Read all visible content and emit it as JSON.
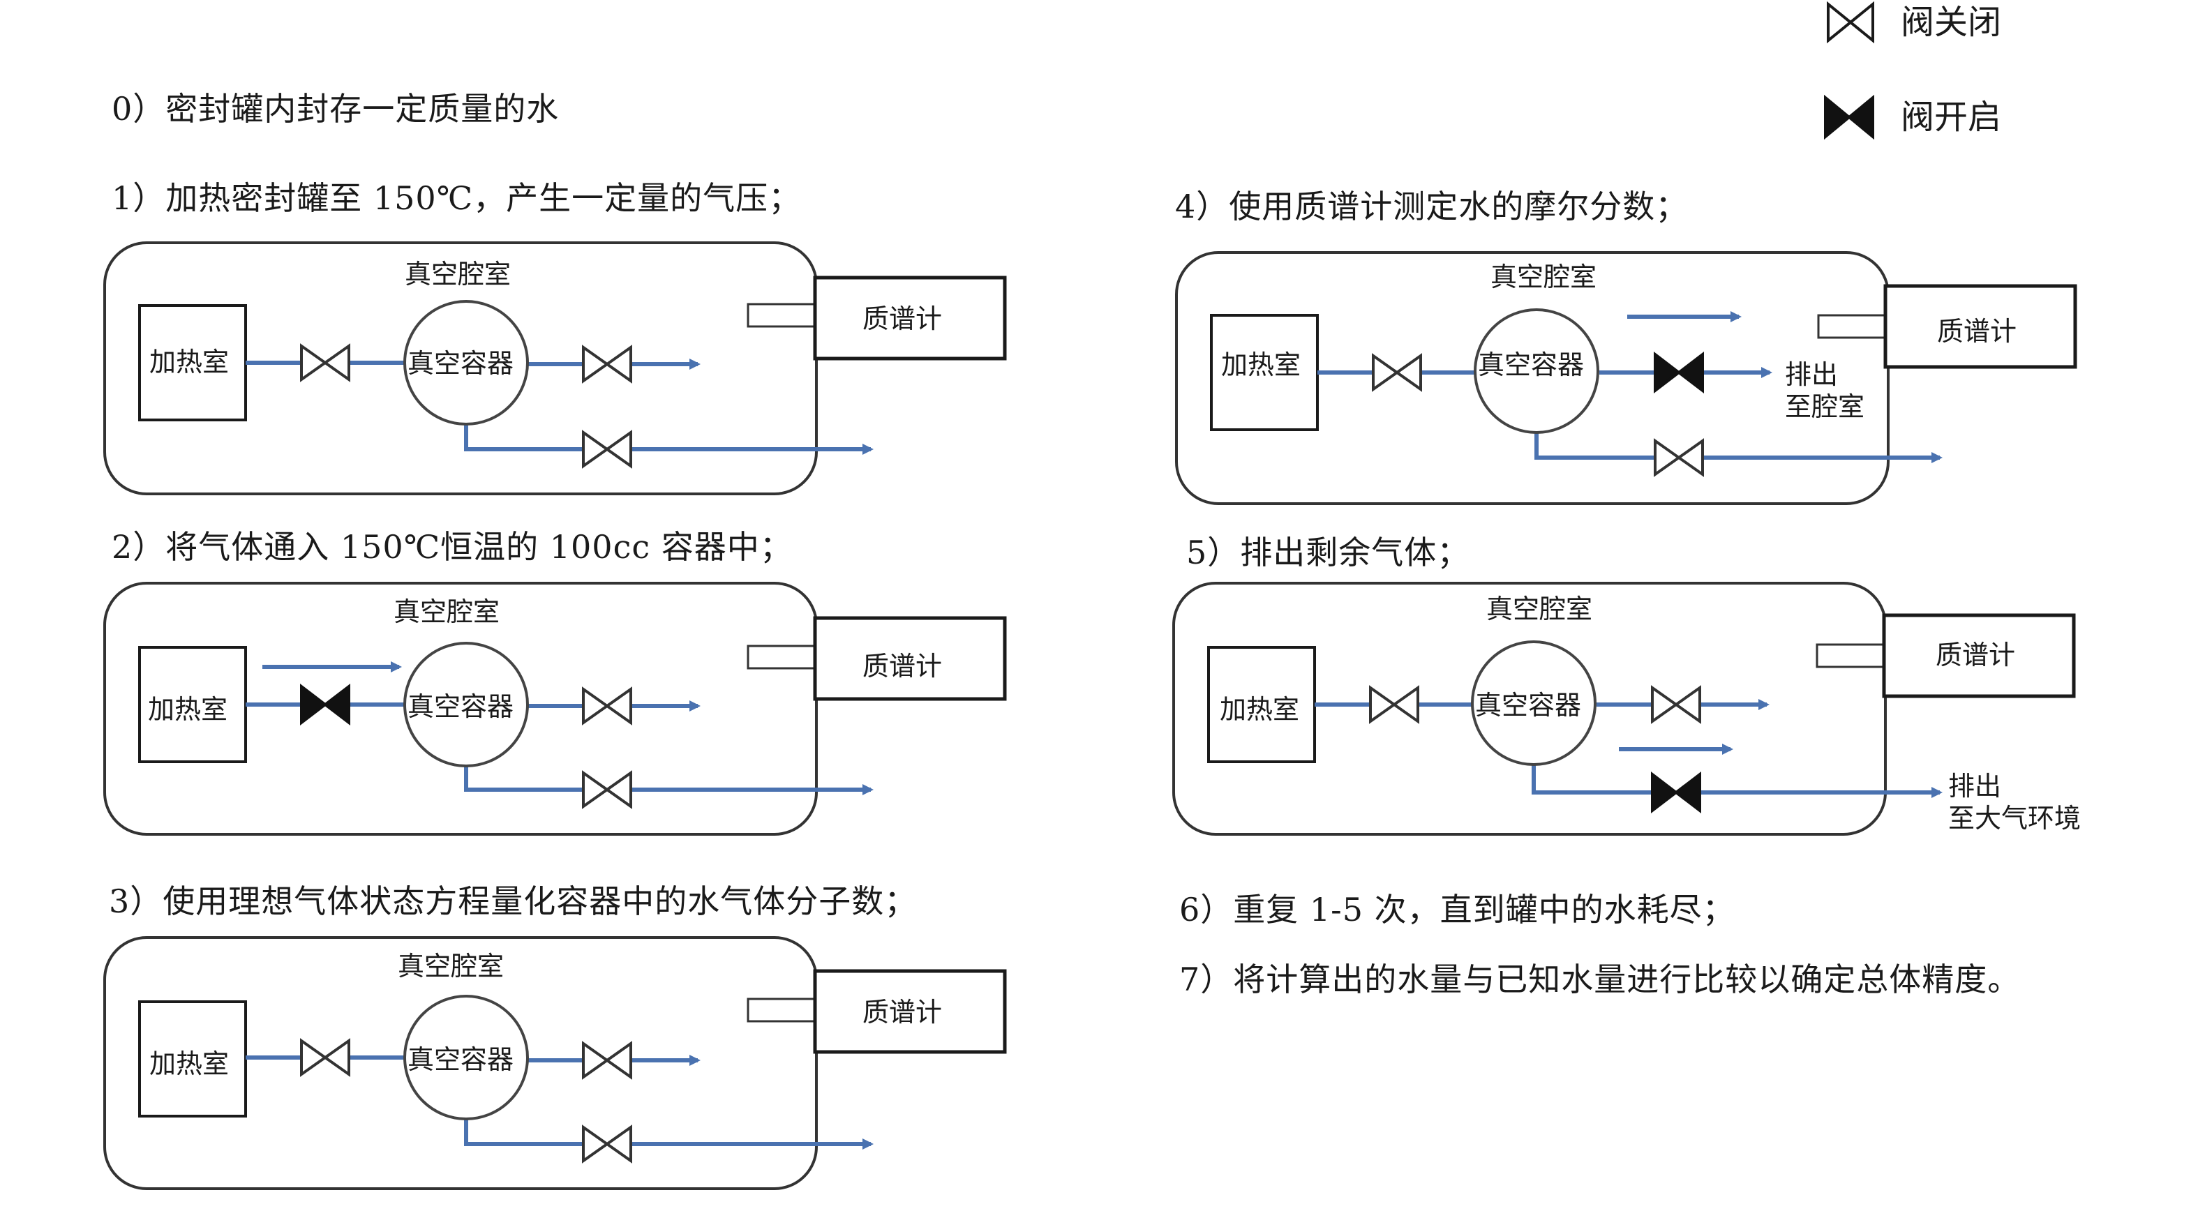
{
  "legend": {
    "closed_label": "阀关闭",
    "open_label": "阀开启"
  },
  "steps": {
    "s0": "0）密封罐内封存一定质量的水",
    "s1": "1）加热密封罐至 150℃，产生一定量的气压；",
    "s2": "2）将气体通入 150℃恒温的 100cc 容器中；",
    "s3": "3）使用理想气体状态方程量化容器中的水气体分子数；",
    "s4": "4）使用质谱计测定水的摩尔分数；",
    "s5": "5）排出剩余气体；",
    "s6": "6）重复 1-5 次，直到罐中的水耗尽；",
    "s7": "7）将计算出的水量与已知水量进行比较以确定总体精度。"
  },
  "labels": {
    "chamber": "真空腔室",
    "heater": "加热室",
    "container": "真空容器",
    "mass_spec": "质谱计"
  },
  "panels": [
    {
      "id": "panel-1",
      "valve_heater": "closed",
      "valve_upper": "closed",
      "valve_lower": "closed",
      "flow_arrow": "none"
    },
    {
      "id": "panel-2",
      "valve_heater": "open",
      "valve_upper": "closed",
      "valve_lower": "closed",
      "flow_arrow": "heater-to-container"
    },
    {
      "id": "panel-3",
      "valve_heater": "closed",
      "valve_upper": "closed",
      "valve_lower": "closed",
      "flow_arrow": "none"
    },
    {
      "id": "panel-4",
      "valve_heater": "closed",
      "valve_upper": "open",
      "valve_lower": "closed",
      "flow_arrow": "upper-outlet",
      "outlet_label": [
        "排出",
        "至腔室"
      ]
    },
    {
      "id": "panel-5",
      "valve_heater": "closed",
      "valve_upper": "closed",
      "valve_lower": "open",
      "flow_arrow": "lower-outlet",
      "outlet_label": [
        "排出",
        "至大气环境"
      ]
    }
  ],
  "colors": {
    "pipe": "#4a72b0",
    "line": "#1a1a1a",
    "background": "#ffffff"
  }
}
